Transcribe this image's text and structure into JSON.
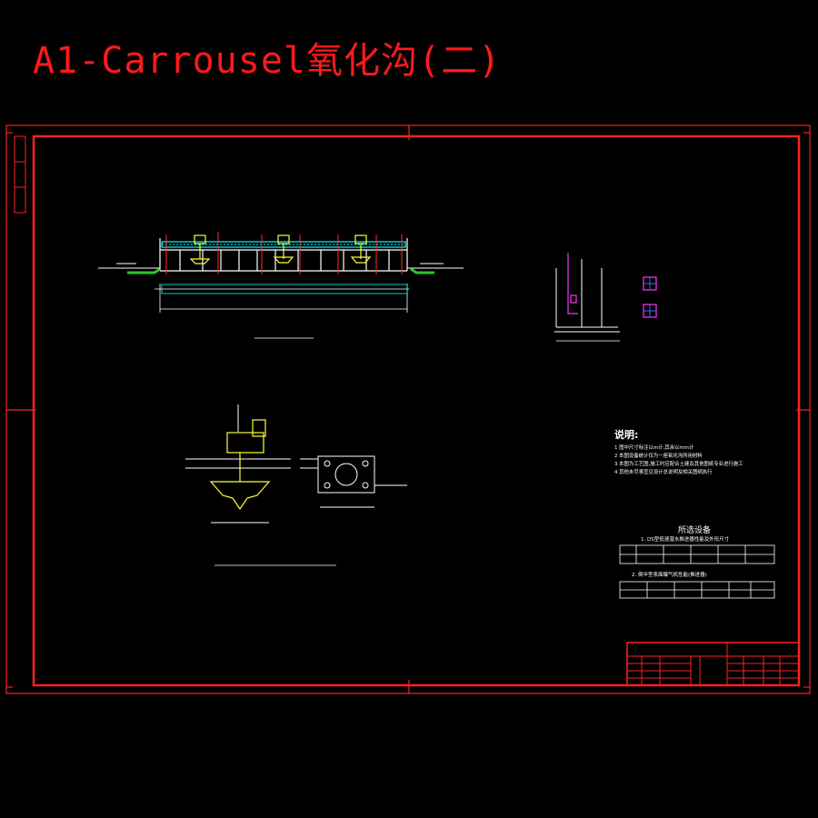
{
  "title": "A1-Carrousel氧化沟(二)",
  "colors": {
    "background": "#000000",
    "frame": "#ff2020",
    "title": "#ff1a1a",
    "linework": "#ffffff",
    "water": "#00ffff",
    "pipe_green": "#22cc22",
    "equipment": "#ffff33",
    "magenta": "#ff33ff",
    "blue": "#4466ff"
  },
  "notes": {
    "heading": "说明:",
    "items": [
      "1 图中尺寸标注以m计,其余以mm计",
      "2 本图设备统计仅为一座氧化沟所用材料",
      "3 本图为工艺图,施工时应配合土建及其他图纸专业进行施工",
      "4 其他未尽事宜见设计总说明及相关图纸执行"
    ]
  },
  "equipment": {
    "heading": "所选设备",
    "table1_caption": "1. DS型低速潜水推进器性能及外形尺寸",
    "table2_caption": "2. 倒伞型表面曝气机性能(推进器)"
  }
}
